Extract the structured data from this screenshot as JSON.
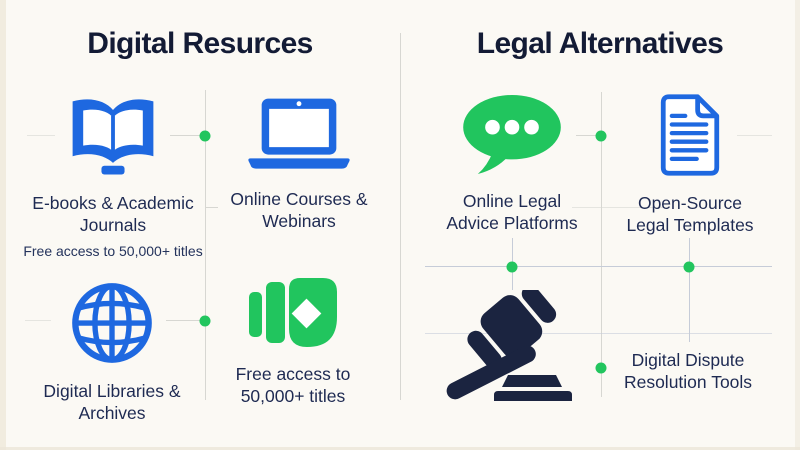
{
  "colors": {
    "background": "#fbf9f4",
    "accent_blue": "#1e68e0",
    "accent_green": "#21c55e",
    "icon_navy": "#1b2440",
    "title_text": "#131b35",
    "label_text": "#1e2a52",
    "gridline": "#d7d7d2",
    "node_dot": "#22c55e"
  },
  "left": {
    "title": "Digital Resurces",
    "items": [
      {
        "icon": "open-book-icon",
        "lines": [
          "E-books & Academic",
          "Journals"
        ],
        "sublabel": "Free access to 50,000+ titles"
      },
      {
        "icon": "laptop-icon",
        "lines": [
          "Online Courses &",
          "Webinars"
        ]
      },
      {
        "icon": "globe-icon",
        "lines": [
          "Digital Libraries &",
          "Archives"
        ]
      },
      {
        "icon": "books-diamond-icon",
        "lines": [
          "Free access to",
          "50,000+ titles"
        ]
      }
    ]
  },
  "right": {
    "title": "Legal Alternatives",
    "items": [
      {
        "icon": "speech-bubble-icon",
        "lines": [
          "Online Legal",
          "Advice Platforms"
        ]
      },
      {
        "icon": "document-icon",
        "lines": [
          "Open-Source",
          "Legal Templates"
        ]
      },
      {
        "icon": "gavel-icon",
        "lines": []
      },
      {
        "icon": "none",
        "lines": [
          "Digital Dispute",
          "Resolution Tools"
        ]
      }
    ]
  }
}
